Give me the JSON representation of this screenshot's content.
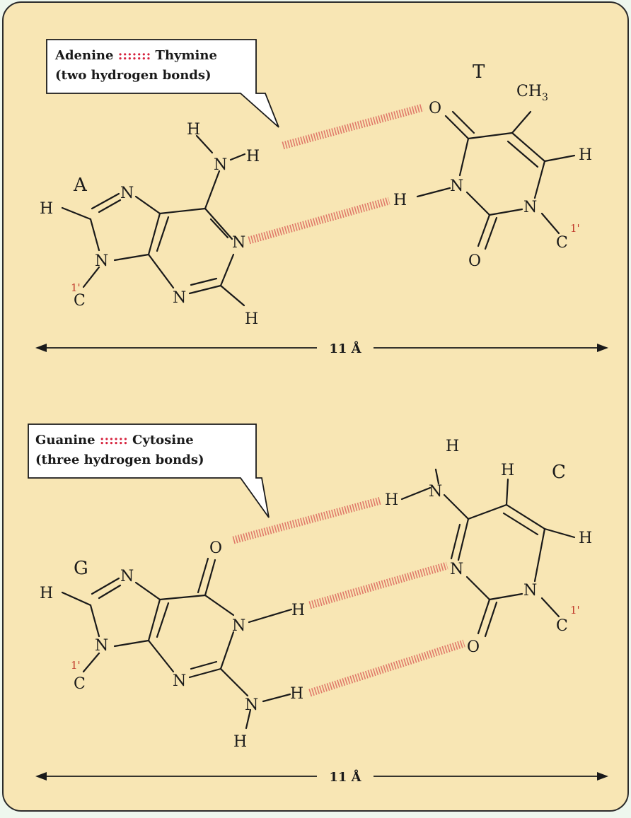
{
  "pair_at": {
    "callout_base_a": "Adenine",
    "callout_dots": ":::::::",
    "callout_base_b": "Thymine",
    "callout_line2": "(two hydrogen bonds)",
    "letter_a": "A",
    "letter_b": "T",
    "distance": "11 Å"
  },
  "pair_gc": {
    "callout_base_a": "Guanine",
    "callout_dots": "::::::",
    "callout_base_b": "Cytosine",
    "callout_line2": "(three hydrogen bonds)",
    "letter_a": "G",
    "letter_b": "C",
    "distance": "11 Å"
  },
  "atoms": {
    "H": "H",
    "N": "N",
    "O": "O",
    "C": "C",
    "CH": "CH",
    "three": "3",
    "one_prime": "1'"
  },
  "colors": {
    "panel_bg": "#f8e6b4",
    "panel_border": "#2b2b2b",
    "hydrogen_bond": "#e07a6a",
    "dots": "#d6223d",
    "reference_label": "#c0392b"
  }
}
